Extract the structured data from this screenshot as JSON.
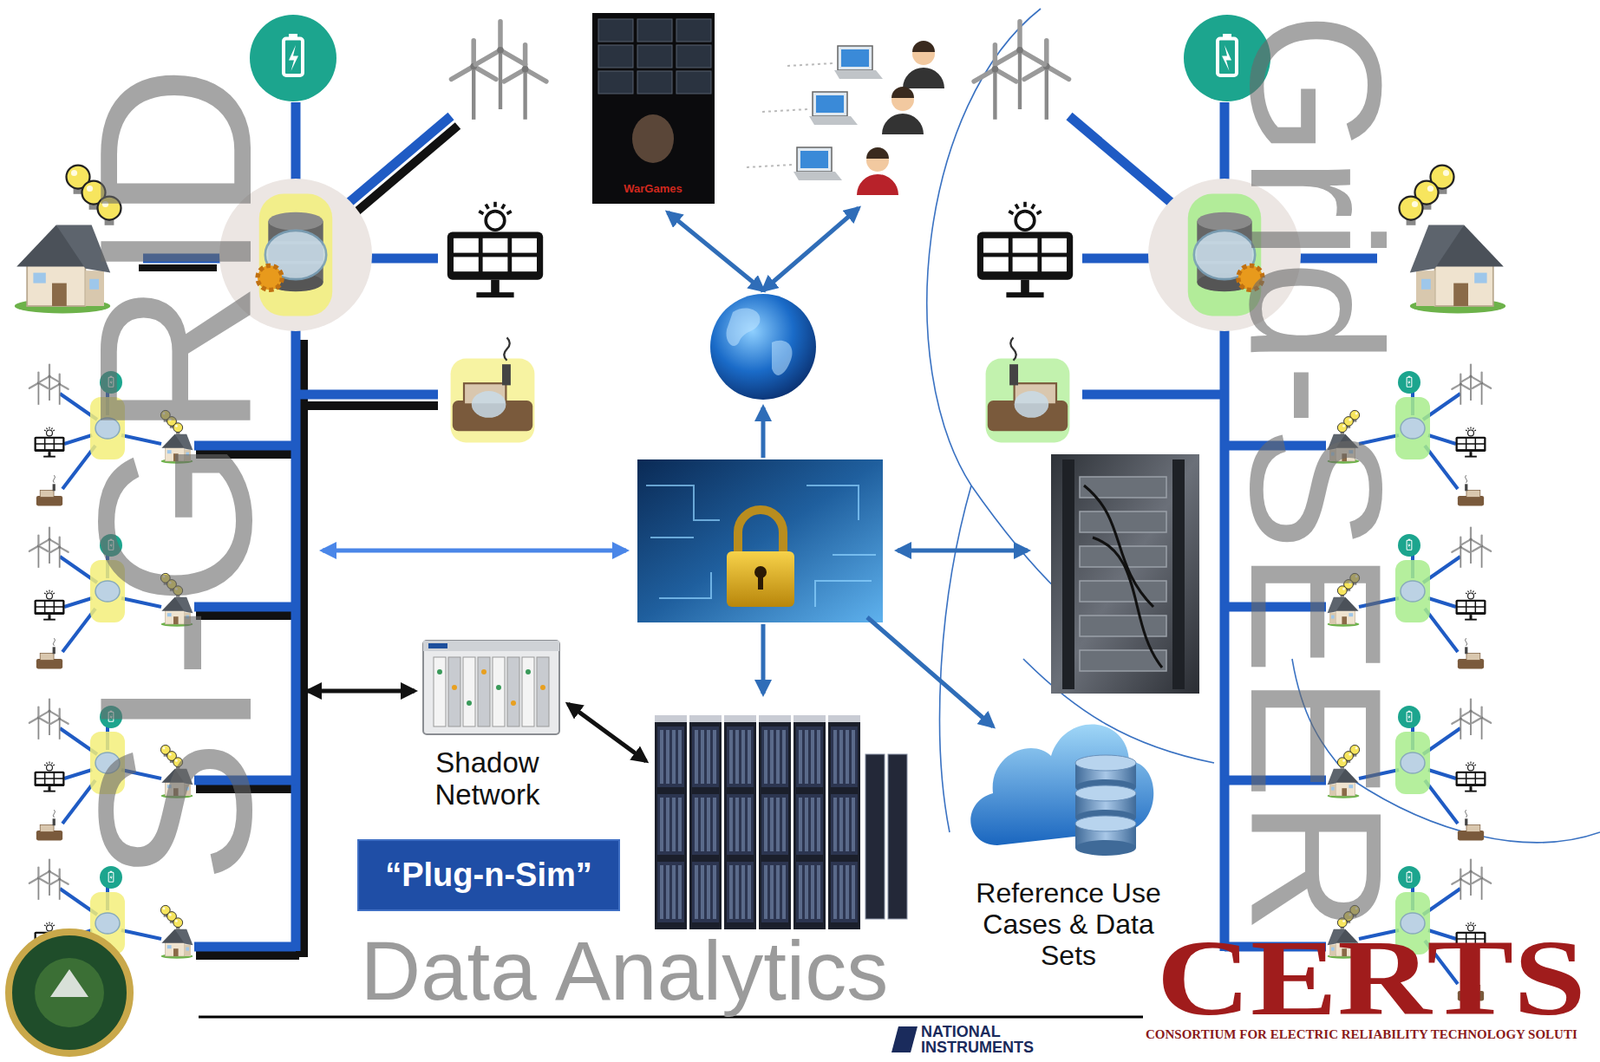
{
  "diagram": {
    "nodes": [
      {
        "text": [
          "Shadow Network"
        ]
      },
      {
        "text": [
          "“Plug-n-Sim”"
        ]
      },
      {
        "text": [
          "Reference Use Cases & Data Sets"
        ]
      }
    ],
    "labels": [
      "SI-GRID",
      "Grid-SEER",
      "WarGames",
      "Data Analytics",
      "CERTS",
      "CONSORTIUM FOR ELECTRIC RELIABILITY TECHNOLOGY SOLUTI",
      "NATIONAL INSTRUMENTS"
    ]
  }
}
